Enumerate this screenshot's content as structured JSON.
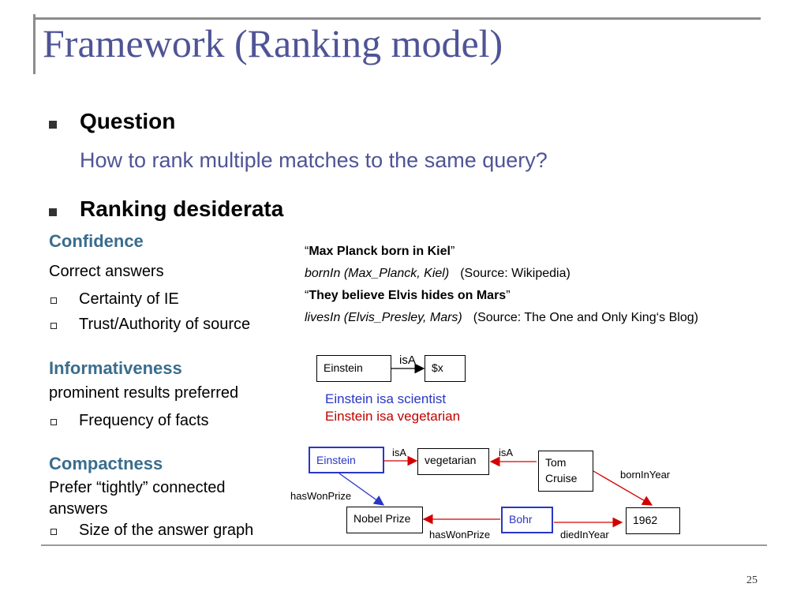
{
  "title": "Framework (Ranking model)",
  "question": {
    "heading": "Question",
    "text": "How to rank multiple matches to the same query?"
  },
  "desiderata": {
    "heading": "Ranking desiderata"
  },
  "confidence": {
    "heading": "Confidence",
    "subtitle": "Correct answers",
    "items": [
      "Certainty of IE",
      "Trust/Authority of source"
    ]
  },
  "informativeness": {
    "heading": "Informativeness",
    "subtitle": "prominent results preferred",
    "items": [
      "Frequency of facts"
    ]
  },
  "compactness": {
    "heading": "Compactness",
    "subtitle_line1": "Prefer “tightly” connected",
    "subtitle_line2": "answers",
    "items": [
      "Size of the answer graph"
    ]
  },
  "examples": {
    "ex1_quote": "Max Planck born in Kiel",
    "ex1_fact": "bornIn (Max_Planck, Kiel)",
    "ex1_source": "(Source: Wikipedia)",
    "ex2_quote": "They believe Elvis hides on Mars",
    "ex2_fact": "livesIn (Elvis_Presley, Mars)",
    "ex2_source": "(Source: The One and Only King‘s Blog)",
    "open_quote": "“",
    "close_quote": "”"
  },
  "query_graph": {
    "node_a": "Einstein",
    "edge": "isA",
    "node_b": "$x",
    "result1": "Einstein isa scientist",
    "result2": "Einstein isa vegetarian",
    "result1_color": "#2a36c4",
    "result2_color": "#c00000"
  },
  "answer_graph": {
    "nodes": {
      "einstein": "Einstein",
      "vegetarian": "vegetarian",
      "tom_line1": "Tom",
      "tom_line2": "Cruise",
      "nobel": "Nobel Prize",
      "bohr": "Bohr",
      "year": "1962"
    },
    "edges": {
      "isa1": "isA",
      "isa2": "isA",
      "born": "bornInYear",
      "won1": "hasWonPrize",
      "won2": "hasWonPrize",
      "died": "diedInYear"
    },
    "colors": {
      "blue": "#2a36c4",
      "red": "#d40000"
    }
  },
  "page_number": "25"
}
